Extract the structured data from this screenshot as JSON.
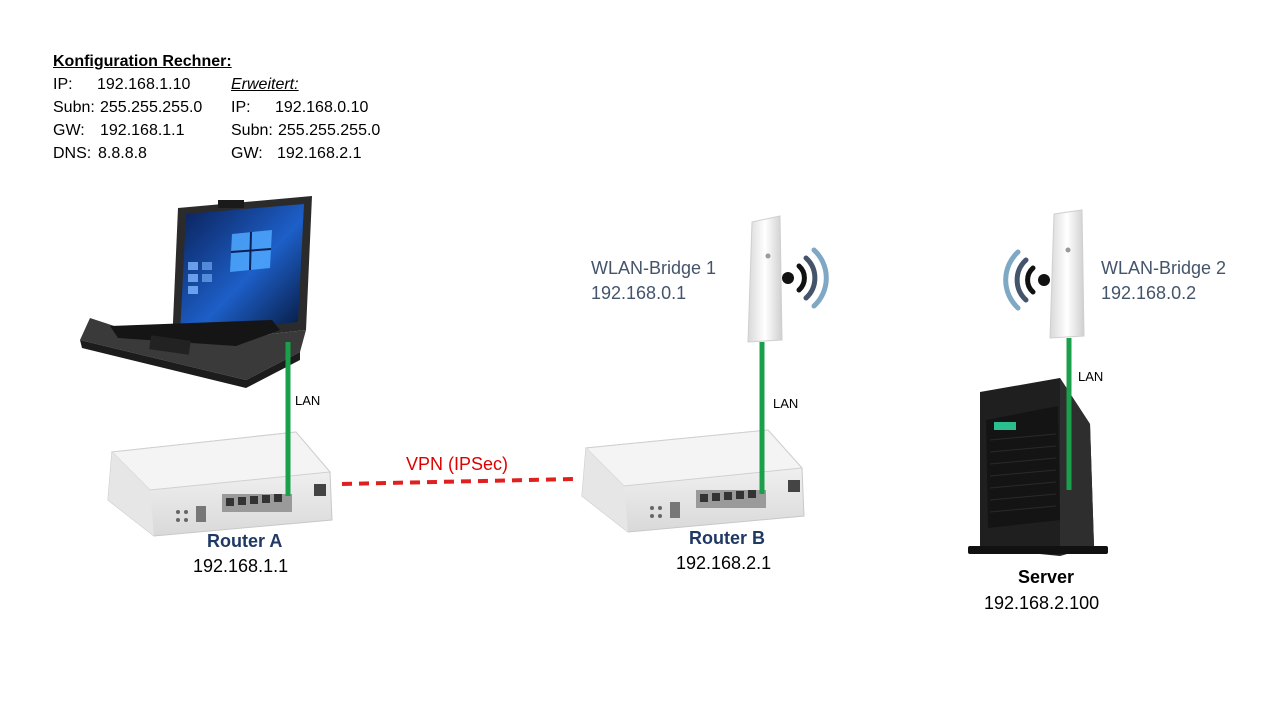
{
  "config": {
    "title": "Konfiguration Rechner:",
    "basic": [
      {
        "key": "IP:",
        "value": "192.168.1.10"
      },
      {
        "key": "Subn:",
        "value": "255.255.255.0"
      },
      {
        "key": "GW:",
        "value": "192.168.1.1"
      },
      {
        "key": "DNS:",
        "value": "8.8.8.8"
      }
    ],
    "extended_title": "Erweitert:",
    "extended": [
      {
        "key": "IP:",
        "value": "192.168.0.10"
      },
      {
        "key": "Subn:",
        "value": "255.255.255.0"
      },
      {
        "key": "GW:",
        "value": "192.168.2.1"
      }
    ]
  },
  "router_a": {
    "name": "Router A",
    "ip": "192.168.1.1"
  },
  "router_b": {
    "name": "Router B",
    "ip": "192.168.2.1"
  },
  "bridge_1": {
    "name": "WLAN-Bridge 1",
    "ip": "192.168.0.1"
  },
  "bridge_2": {
    "name": "WLAN-Bridge 2",
    "ip": "192.168.0.2"
  },
  "server": {
    "name": "Server",
    "ip": "192.168.2.100"
  },
  "links": {
    "lan": "LAN",
    "vpn": "VPN (IPSec)"
  },
  "colors": {
    "lan_line": "#1aa04a",
    "vpn_line": "#e02020",
    "label_blue": "#1f3864",
    "bridge_text": "#44546a"
  }
}
